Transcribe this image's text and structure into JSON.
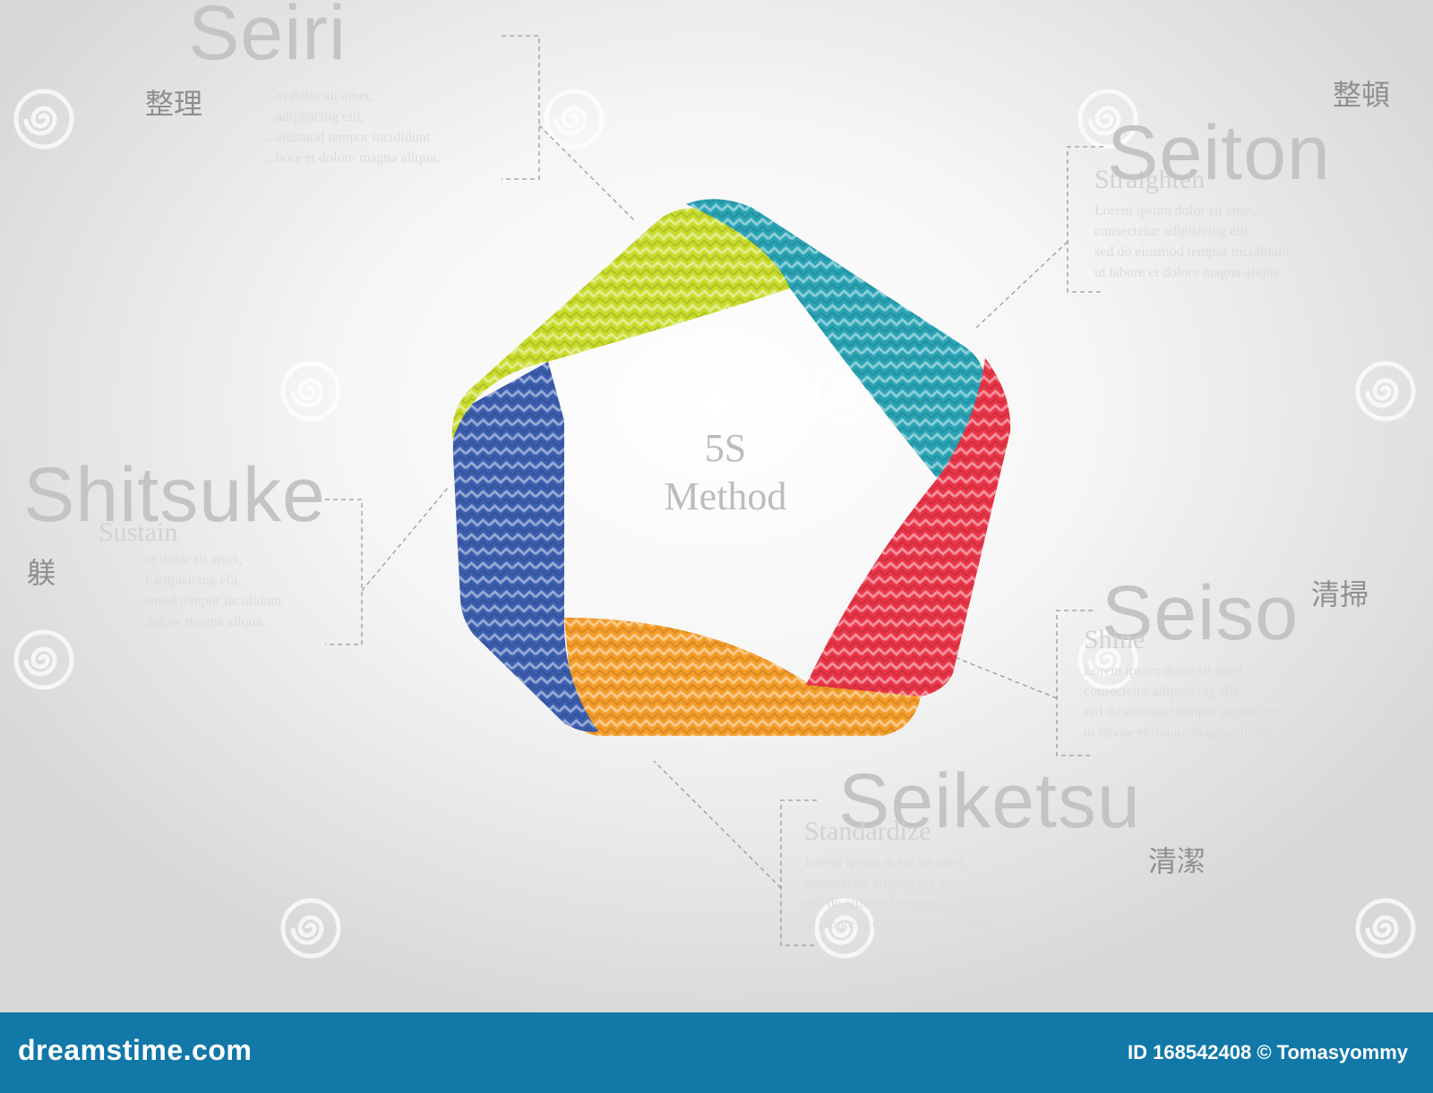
{
  "center": {
    "title": "5S\nMethod"
  },
  "segments": [
    {
      "name": "Seiri",
      "kanji": "整理",
      "subtitle": "",
      "color": "#c9dc2c",
      "body": "...m dolor sit amet,\n...adipisicing elit,\n...eiusmod tempor incididunt\n...bore et dolore magna aliqua."
    },
    {
      "name": "Seiton",
      "kanji": "整頓",
      "subtitle": "Straighten",
      "color": "#2aa4b5",
      "body": "Lorem ipsum dolor sit amet,\nconsectetur adipisicing elit,\nsed do eiusmod tempor incididunt\nut labore et dolore magna aliqua."
    },
    {
      "name": "Seiso",
      "kanji": "清掃",
      "subtitle": "Shine",
      "color": "#ea3548",
      "body": "Lorem ipsum dolor sit amet,\nconsectetur adipisicing elit,\nsed do eiusmod tempor incididunt\nut labore et dolore magna aliqua."
    },
    {
      "name": "Seiketsu",
      "kanji": "清潔",
      "subtitle": "Standardize",
      "color": "#f59d2a",
      "body": "Lorem ipsum dolor sit amet,\nconsectetur adipisicing elit,\nsed do eiusmod tempor incididunt\nut labore et dolore magna aliqua."
    },
    {
      "name": "Shitsuke",
      "kanji": "躾",
      "subtitle": "Sustain",
      "color": "#3c5eae",
      "body": "...m dolor sit amet,\n...r adipisicing elit,\n...smod tempor incididunt\n...dolore magna aliqua."
    }
  ],
  "footer": {
    "brand": "dreamstime.com",
    "credit": "ID 168542408 © Tomasyommy"
  },
  "watermark": {
    "icon": "dreamstime-spiral-icon"
  }
}
